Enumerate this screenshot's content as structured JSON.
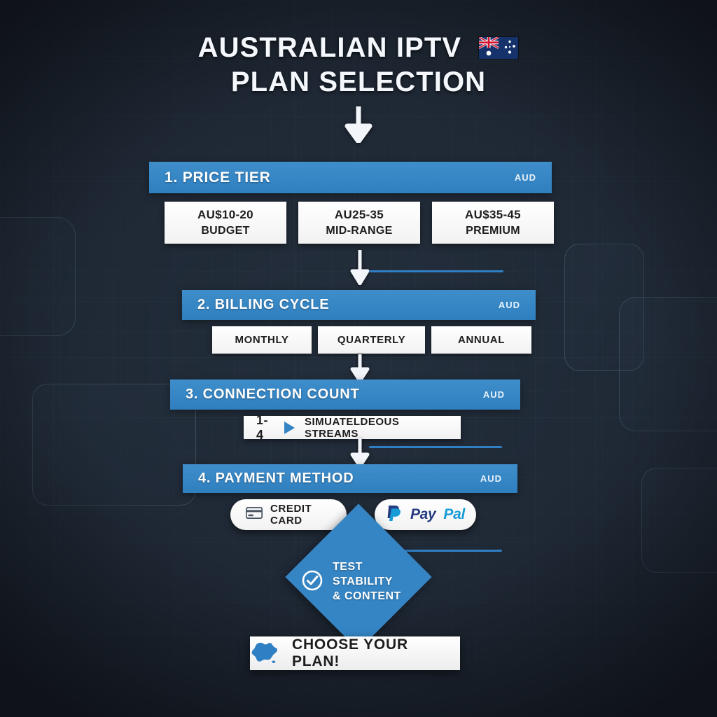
{
  "title": {
    "line1": "AUSTRALIAN IPTV",
    "line2": "PLAN SELECTION",
    "flag_icon": "australian-flag-icon"
  },
  "currency_badge": "AUD",
  "steps": [
    {
      "id": "price-tier",
      "heading": "1. PRICE TIER",
      "currency": "AUD",
      "options": [
        {
          "price": "AU$10-20",
          "label": "BUDGET"
        },
        {
          "price": "AU25-35",
          "label": "MID-RANGE"
        },
        {
          "price": "AU$35-45",
          "label": "PREMIUM"
        }
      ]
    },
    {
      "id": "billing-cycle",
      "heading": "2. BILLING CYCLE",
      "currency": "AUD",
      "options": [
        {
          "label": "MONTHLY"
        },
        {
          "label": "QUARTERLY"
        },
        {
          "label": "ANNUAL"
        }
      ]
    },
    {
      "id": "connection-count",
      "heading": "3. CONNECTION COUNT",
      "currency": "AUD",
      "streams": {
        "count": "1-4",
        "label": "SIMUATELDEOUS STREAMS"
      }
    },
    {
      "id": "payment-method",
      "heading": "4. PAYMENT METHOD",
      "currency": "AUD",
      "methods": [
        {
          "label": "CREDIT CARD",
          "icon": "credit-card-icon"
        },
        {
          "brand_part1": "Pay",
          "brand_part2": "Pal",
          "icon": "paypal-icon"
        }
      ]
    }
  ],
  "decision": {
    "icon": "check-circle-icon",
    "line1": "TEST STABILITY",
    "line2": "& CONTENT"
  },
  "cta": {
    "label": "CHOOSE YOUR PLAN!",
    "icon": "australia-map-icon"
  },
  "colors": {
    "accent_blue": "#3585c4",
    "bar_blue": "#2f7fbf",
    "background": "#242f3d",
    "card_white": "#ffffff",
    "paypal_dark": "#253b80",
    "paypal_light": "#179bd7"
  }
}
